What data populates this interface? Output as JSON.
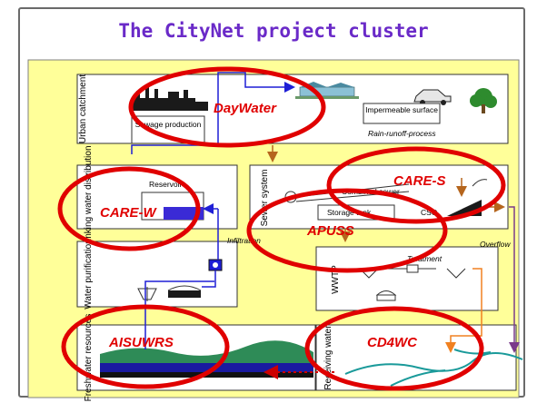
{
  "title": "The CityNet project cluster",
  "colors": {
    "title": "#6a2ac8",
    "panel": "#ffff99",
    "ellipse": "#e00000",
    "project_label": "#e00000",
    "pipe_blue": "#1f1fd6",
    "sewer_brown": "#b5651d",
    "overflow_orange": "#f08020",
    "overflow_purple": "#7a3a8a",
    "groundwater_dashed": "#cc0000",
    "tank_fill": "#3a2ad6"
  },
  "compartments": {
    "urban_catchment": {
      "label": "Urban catchment",
      "sewage_production": "Sewage production",
      "impermeable_surface": "Impermeable surface",
      "rain_runoff_process": "Rain-runoff-process"
    },
    "drinking_water": {
      "label": "Drinking water distribution",
      "reservoir": "Reservoir"
    },
    "sewer_system": {
      "label": "Sewer system",
      "combined_sewer": "Combined sewer",
      "storage_tank": "Storage tank",
      "cso": "CSO"
    },
    "water_purification": {
      "label": "Water purification"
    },
    "wwtp": {
      "label": "WWTP",
      "treatment": "Treatment"
    },
    "freshwater_resources": {
      "label": "Freshwater resources"
    },
    "receiving_water": {
      "label": "Receiving water"
    }
  },
  "flow_labels": {
    "infiltration": "Infiltration",
    "overflow": "Overflow"
  },
  "projects": [
    "DayWater",
    "CARE-W",
    "CARE-S",
    "APUSS",
    "AISUWRS",
    "CD4WC"
  ],
  "icons": [
    "factory-icon",
    "houses-icon",
    "car-icon",
    "tree-icon",
    "pump-icon",
    "clarifier-icon",
    "settling-tank-icon"
  ]
}
